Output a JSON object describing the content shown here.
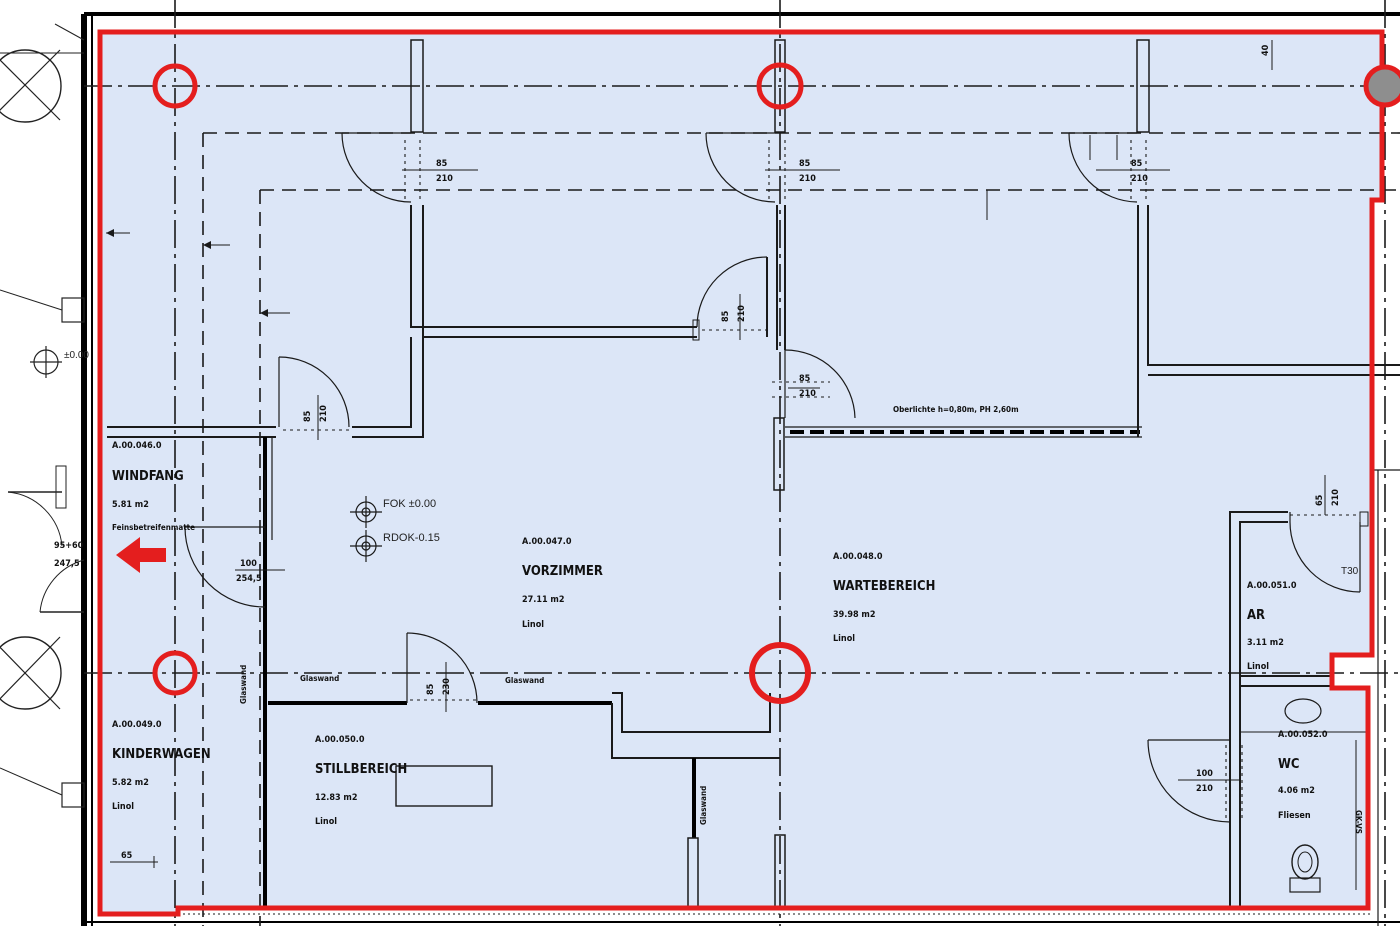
{
  "plan": {
    "colors": {
      "fill": "#dce6f7",
      "boundary": "#e41e1e",
      "ink": "#1a1a1a",
      "column_fill": "#8e8e8e"
    },
    "rooms": [
      {
        "id": "windfang",
        "code": "A.00.046.0",
        "name": "WINDFANG",
        "area": "5.81 m2",
        "floor": "Feinsbetreifenmatte"
      },
      {
        "id": "vorzimmer",
        "code": "A.00.047.0",
        "name": "VORZIMMER",
        "area": "27.11 m2",
        "floor": "Linol"
      },
      {
        "id": "wartebereich",
        "code": "A.00.048.0",
        "name": "WARTEBEREICH",
        "area": "39.98 m2",
        "floor": "Linol"
      },
      {
        "id": "kinderwagen",
        "code": "A.00.049.0",
        "name": "KINDERWAGEN",
        "area": "5.82 m2",
        "floor": "Linol"
      },
      {
        "id": "stillbereich",
        "code": "A.00.050.0",
        "name": "STILLBEREICH",
        "area": "12.83 m2",
        "floor": "Linol"
      },
      {
        "id": "ar",
        "code": "A.00.051.0",
        "name": "AR",
        "area": "3.11 m2",
        "floor": "Linol"
      },
      {
        "id": "wc",
        "code": "A.00.052.0",
        "name": "WC",
        "area": "4.06 m2",
        "floor": "Fliesen"
      }
    ],
    "level_markers": {
      "fok": "FOK ±0.00",
      "rdok": "RDOK-0.15",
      "outside": "±0.00"
    },
    "annotations": {
      "oberlichte": "Oberlichte h=0,80m, PH 2,60m",
      "glaswand": "Glaswand",
      "t30": "T30",
      "gk_vs": "GK-VS",
      "dim_65": "65",
      "dim_40": "40",
      "dim_100_2545": [
        "100",
        "254,5"
      ],
      "dim_95_60": [
        "95+60",
        "247,5"
      ],
      "dim_100_210": [
        "100",
        "210"
      ],
      "door_85_210": [
        "85",
        "210"
      ],
      "door_85_230": [
        "85",
        "230"
      ],
      "door_65_210": [
        "65",
        "210"
      ]
    }
  }
}
